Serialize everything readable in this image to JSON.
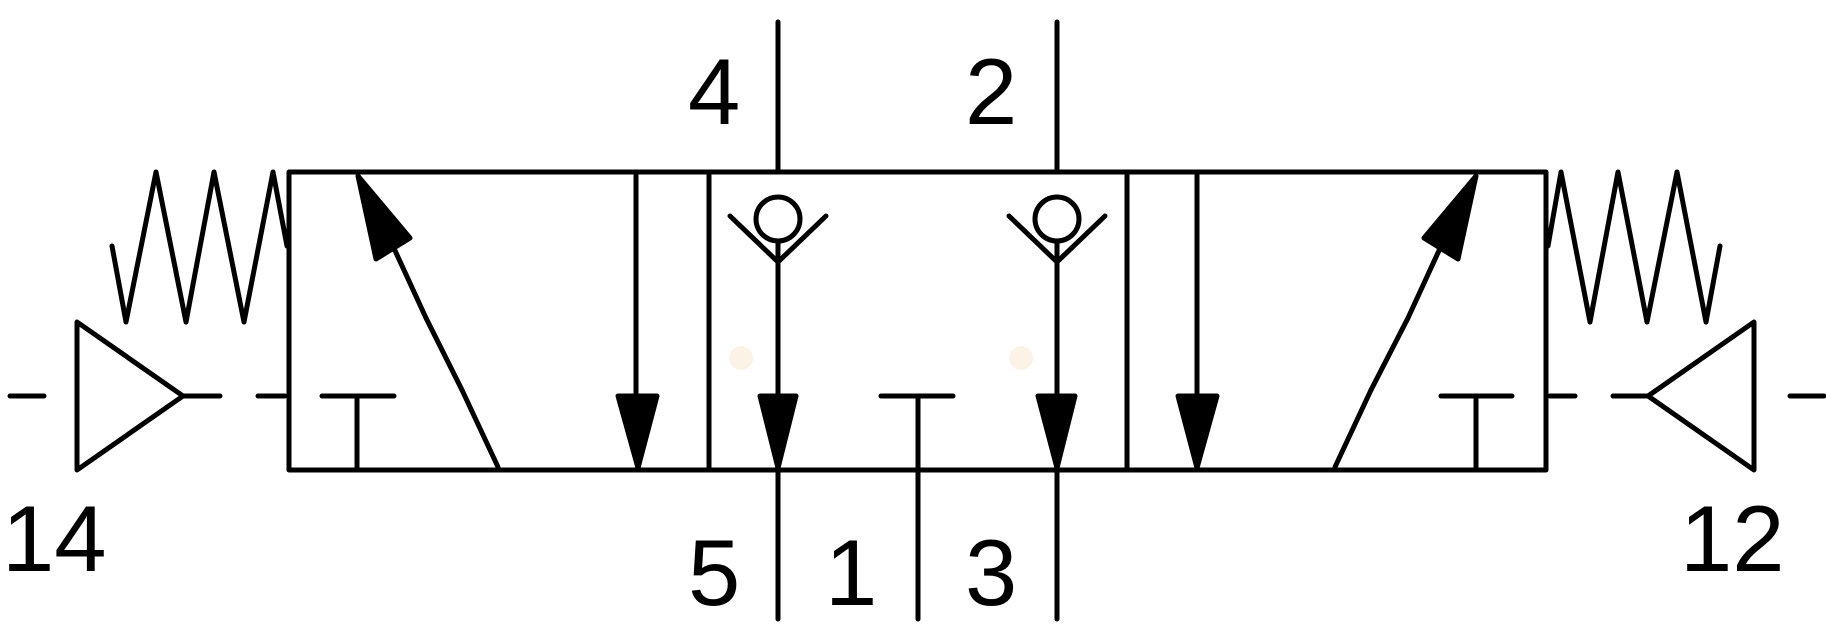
{
  "diagram": {
    "title": "",
    "ports": {
      "p4": "4",
      "p2": "2",
      "p5": "5",
      "p1": "1",
      "p3": "3",
      "p14": "14",
      "p12": "12"
    },
    "symbols": {
      "left_actuator": "pilot-triangle-icon",
      "right_actuator": "pilot-triangle-icon",
      "left_spring": "spring-icon",
      "right_spring": "spring-icon",
      "check_valves": "check-valve-icon",
      "flow_arrows": "arrow-icon",
      "blocked_ports": "blocked-port-icon"
    },
    "colors": {
      "stroke": "#000000",
      "background": "#ffffff"
    }
  }
}
